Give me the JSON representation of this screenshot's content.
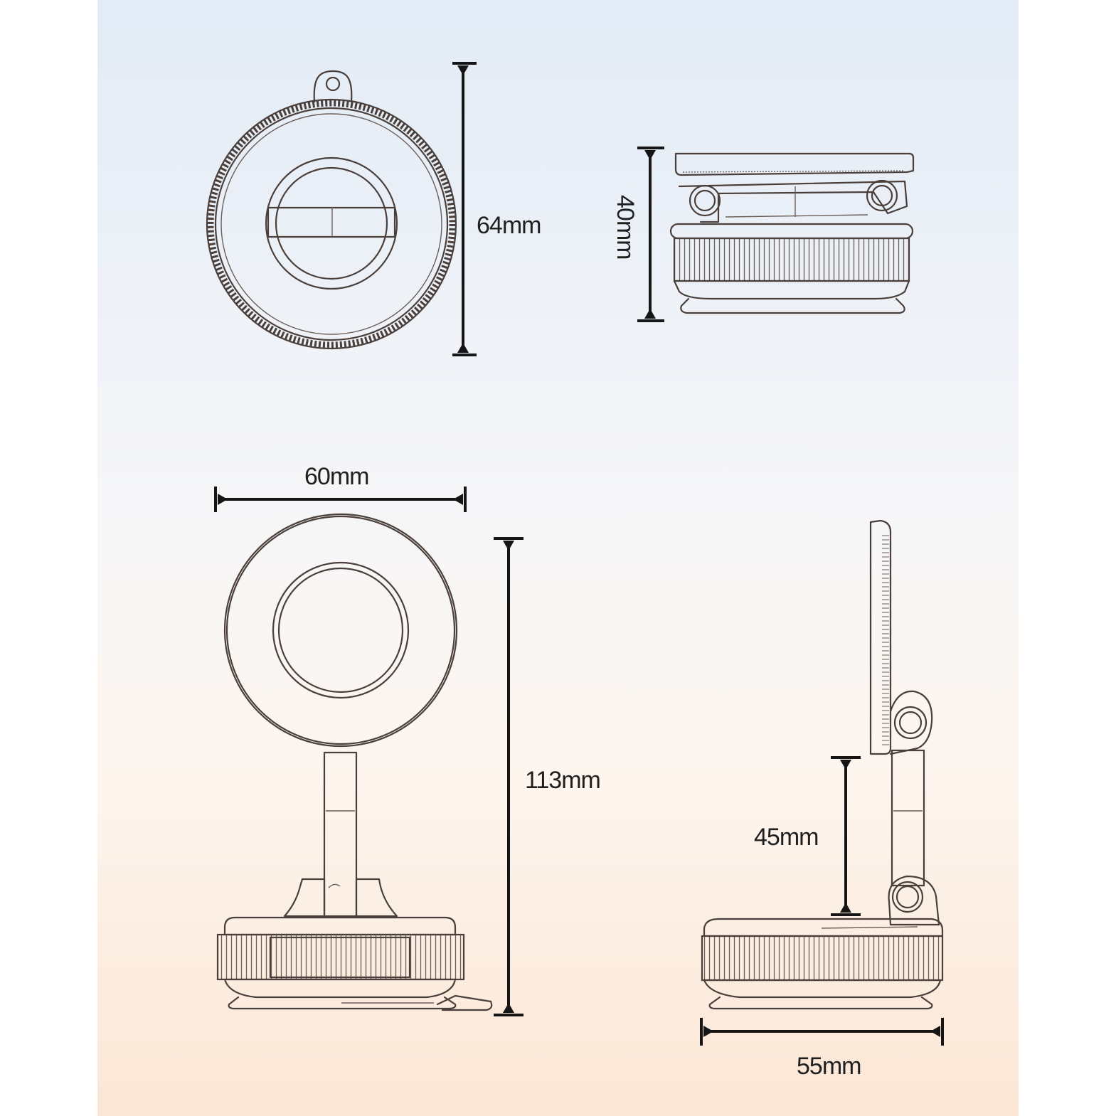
{
  "dimensions": {
    "front_height": "64mm",
    "side_height": "40mm",
    "width": "60mm",
    "total_height": "113mm",
    "arm_length": "45mm",
    "base_width": "55mm"
  },
  "colors": {
    "bg_top": "#e3ecf6",
    "bg_bottom": "#fce9da",
    "line": "#4a3f3a",
    "dimension": "#151515"
  }
}
